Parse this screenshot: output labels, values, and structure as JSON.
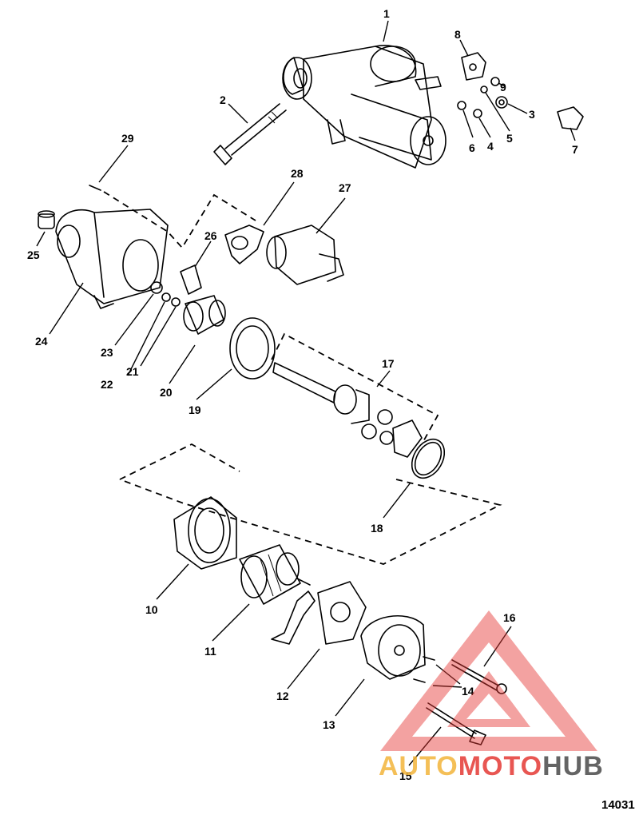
{
  "callouts": [
    "1",
    "2",
    "3",
    "4",
    "5",
    "6",
    "7",
    "8",
    "9",
    "10",
    "11",
    "12",
    "13",
    "14",
    "15",
    "16",
    "17",
    "18",
    "19",
    "20",
    "21",
    "22",
    "23",
    "24",
    "25",
    "26",
    "27",
    "28",
    "29"
  ],
  "document_number": "14031",
  "watermark": {
    "part1": "AUTO",
    "part2": "MOTO",
    "part3": "HUB"
  },
  "colors": {
    "watermark_red": "#e53935",
    "watermark_gold": "#f3b43a",
    "watermark_gray": "#4a4a4a",
    "line": "#000000"
  }
}
